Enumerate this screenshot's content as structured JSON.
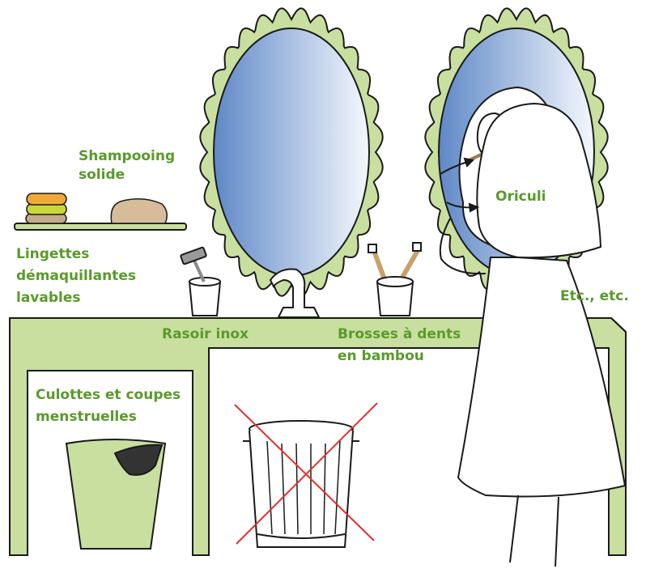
{
  "colors": {
    "green_fill": "#c8dfa0",
    "label_green": "#5a9a2a",
    "outline": "#1a1a1a",
    "mirror_light": "#f4f8fd",
    "mirror_dark": "#5f88c7",
    "cross_red": "#e0302a"
  },
  "labels": {
    "shampooing_line1": "Shampooing",
    "shampooing_line2": "solide",
    "lingettes_line1": "Lingettes",
    "lingettes_line2": "démaquillantes",
    "lingettes_line3": "lavables",
    "rasoir": "Rasoir inox",
    "brosses_line1": "Brosses à dents",
    "brosses_line2": "en bambou",
    "oriculi": "Oriculi",
    "etc": "Etc., etc.",
    "culottes_line1": "Culottes et coupes",
    "culottes_line2": "menstruelles"
  },
  "icons": [
    "soap-bar-stack-icon",
    "shampoo-bar-icon",
    "razor-icon",
    "toothbrush-icon",
    "faucet-icon",
    "trash-bin-icon",
    "menstrual-underwear-icon",
    "woman-figure-icon"
  ]
}
